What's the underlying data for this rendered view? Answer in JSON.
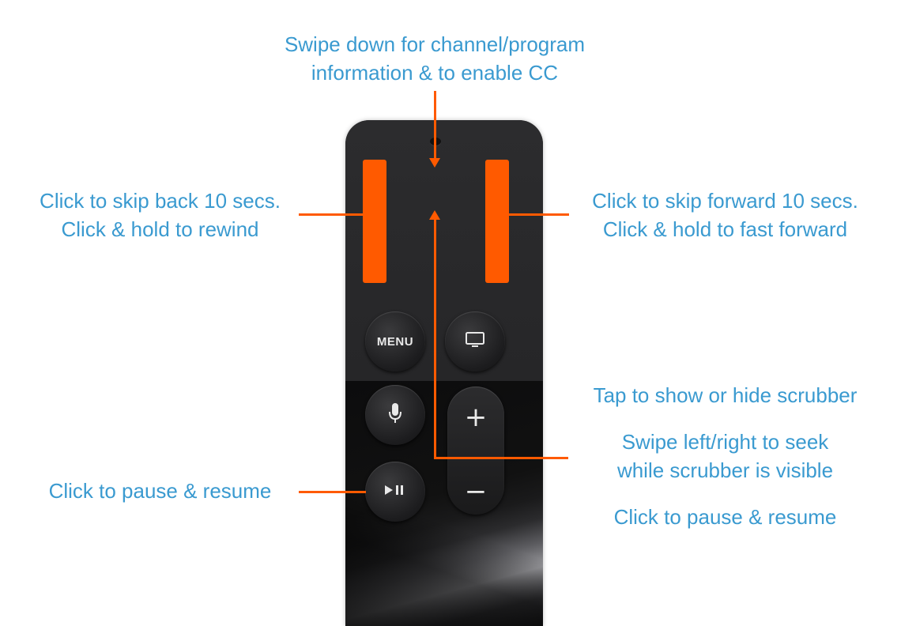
{
  "annotations": {
    "top": {
      "line1": "Swipe down for channel/program",
      "line2": "information & to enable CC"
    },
    "left": {
      "line1": "Click to skip back 10 secs.",
      "line2": "Click & hold to rewind"
    },
    "right": {
      "line1": "Click to skip forward 10 secs.",
      "line2": "Click & hold to fast forward"
    },
    "tap": "Tap to show or hide scrubber",
    "swipe": {
      "line1": "Swipe left/right to seek",
      "line2": "while scrubber is visible"
    },
    "click_center": "Click to pause & resume",
    "play_pause": "Click to pause & resume"
  },
  "remote": {
    "menu_label": "MENU",
    "tv_icon": "tv-icon",
    "mic_icon": "microphone-icon",
    "play_pause_icon": "▶II",
    "volume_up": "+",
    "volume_down": "−"
  },
  "colors": {
    "text": "#3a9ad0",
    "highlight": "#ff5a00",
    "remote_body": "#1d1d1f"
  }
}
